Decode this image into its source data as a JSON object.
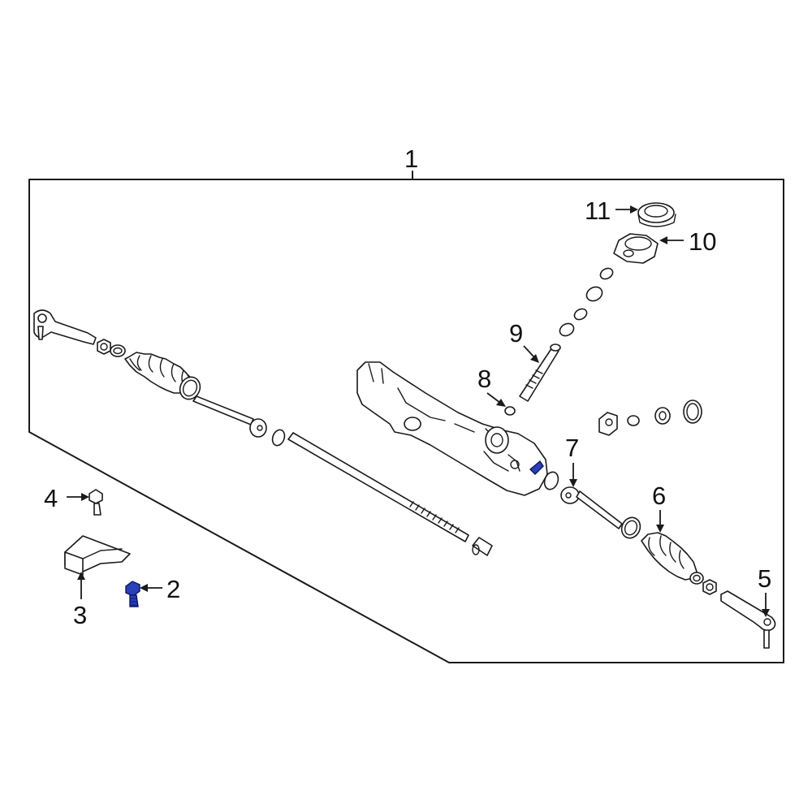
{
  "callouts": {
    "c1": "1",
    "c2": "2",
    "c3": "3",
    "c4": "4",
    "c5": "5",
    "c6": "6",
    "c7": "7",
    "c8": "8",
    "c9": "9",
    "c10": "10",
    "c11": "11"
  },
  "colors": {
    "highlight": "#2a3fb8",
    "line": "#1a1a1a",
    "background": "#ffffff"
  }
}
